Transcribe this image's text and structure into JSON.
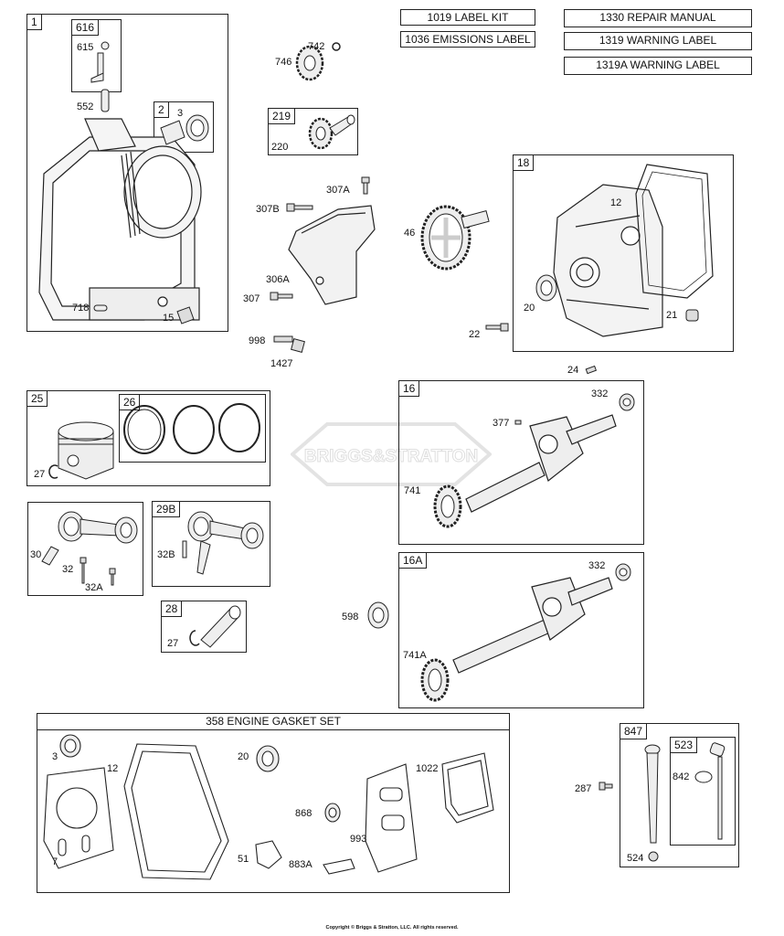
{
  "kits": {
    "k1019": "1019 LABEL KIT",
    "k1036": "1036 EMISSIONS LABEL",
    "k1330": "1330 REPAIR MANUAL",
    "k1319": "1319 WARNING LABEL",
    "k1319a": "1319A WARNING LABEL"
  },
  "watermark": "BRIGGS&STRATTON",
  "copyright": "Copyright © Briggs & Stratton, LLC. All rights reserved.",
  "groups": {
    "g1": "1",
    "g616": "616",
    "g2": "2",
    "g219": "219",
    "g18": "18",
    "g25": "25",
    "g26": "26",
    "g29b": "29B",
    "g28": "28",
    "g16": "16",
    "g16a": "16A",
    "g847": "847",
    "g523": "523",
    "gasket_set": "358 ENGINE GASKET SET"
  },
  "parts": {
    "p615": "615",
    "p552": "552",
    "p3a": "3",
    "p718": "718",
    "p15": "15",
    "p742": "742",
    "p746": "746",
    "p220": "220",
    "p307b": "307B",
    "p307a": "307A",
    "p306a": "306A",
    "p307": "307",
    "p998": "998",
    "p1427": "1427",
    "p46": "46",
    "p12a": "12",
    "p20a": "20",
    "p21": "21",
    "p22": "22",
    "p24": "24",
    "p27a": "27",
    "p30": "30",
    "p32": "32",
    "p32a": "32A",
    "p32b": "32B",
    "p27b": "27",
    "p332a": "332",
    "p377": "377",
    "p741": "741",
    "p598": "598",
    "p332b": "332",
    "p741a": "741A",
    "p3b": "3",
    "p12b": "12",
    "p7": "7",
    "p20b": "20",
    "p868": "868",
    "p51": "51",
    "p883a": "883A",
    "p993": "993",
    "p1022": "1022",
    "p287": "287",
    "p842": "842",
    "p524": "524"
  },
  "colors": {
    "line": "#222222",
    "watermark": "#e6e6e6",
    "part_fill": "#f4f4f4"
  }
}
